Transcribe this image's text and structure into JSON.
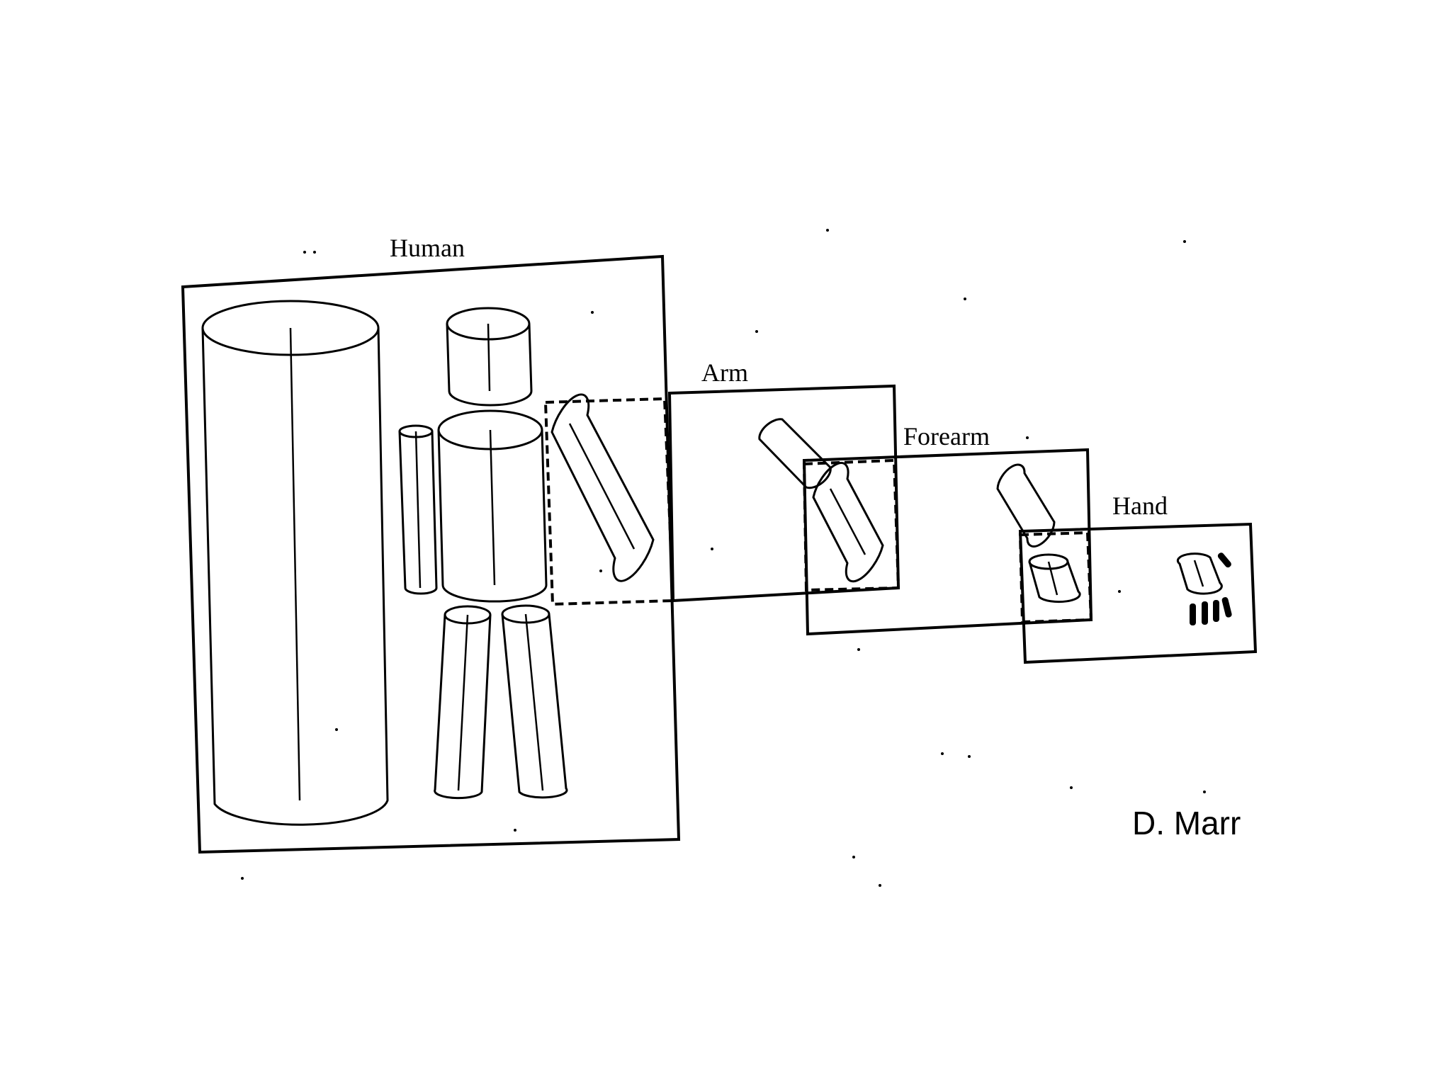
{
  "diagram": {
    "levels": [
      {
        "id": "human",
        "label": "Human"
      },
      {
        "id": "arm",
        "label": "Arm"
      },
      {
        "id": "forearm",
        "label": "Forearm"
      },
      {
        "id": "hand",
        "label": "Hand"
      }
    ],
    "credit": "D. Marr"
  },
  "colors": {
    "ink": "#000000",
    "background": "#ffffff"
  }
}
